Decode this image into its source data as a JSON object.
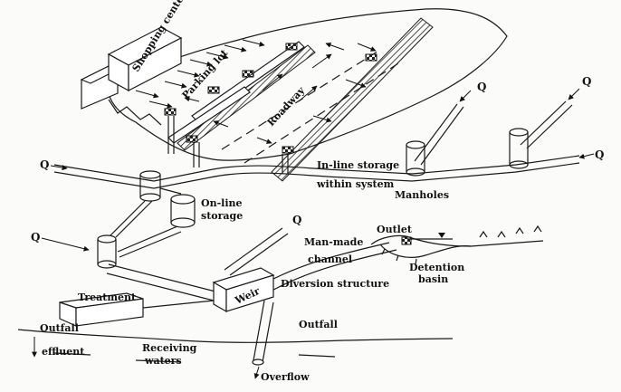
{
  "labels": {
    "shopping_center": "Shopping center",
    "parking_lot": "Parking lot",
    "roadway": "Roadway",
    "inline_storage_1": "In-line storage",
    "inline_storage_2": "within system",
    "manholes": "Manholes",
    "online_storage_1": "On-line",
    "online_storage_2": "storage",
    "man_made_channel_1": "Man-made",
    "man_made_channel_2": "channel",
    "outlet": "Outlet",
    "detention_basin_1": "Detention",
    "detention_basin_2": "basin",
    "diversion_structure": "Diversion structure",
    "weir": "Weir",
    "treatment": "Treatment",
    "outfall_left": "Outfall",
    "outfall_right": "Outfall",
    "effluent": "effluent",
    "receiving_waters_1": "Receiving",
    "receiving_waters_2": "waters",
    "overflow": "Overflow",
    "flow_q": "Q"
  }
}
